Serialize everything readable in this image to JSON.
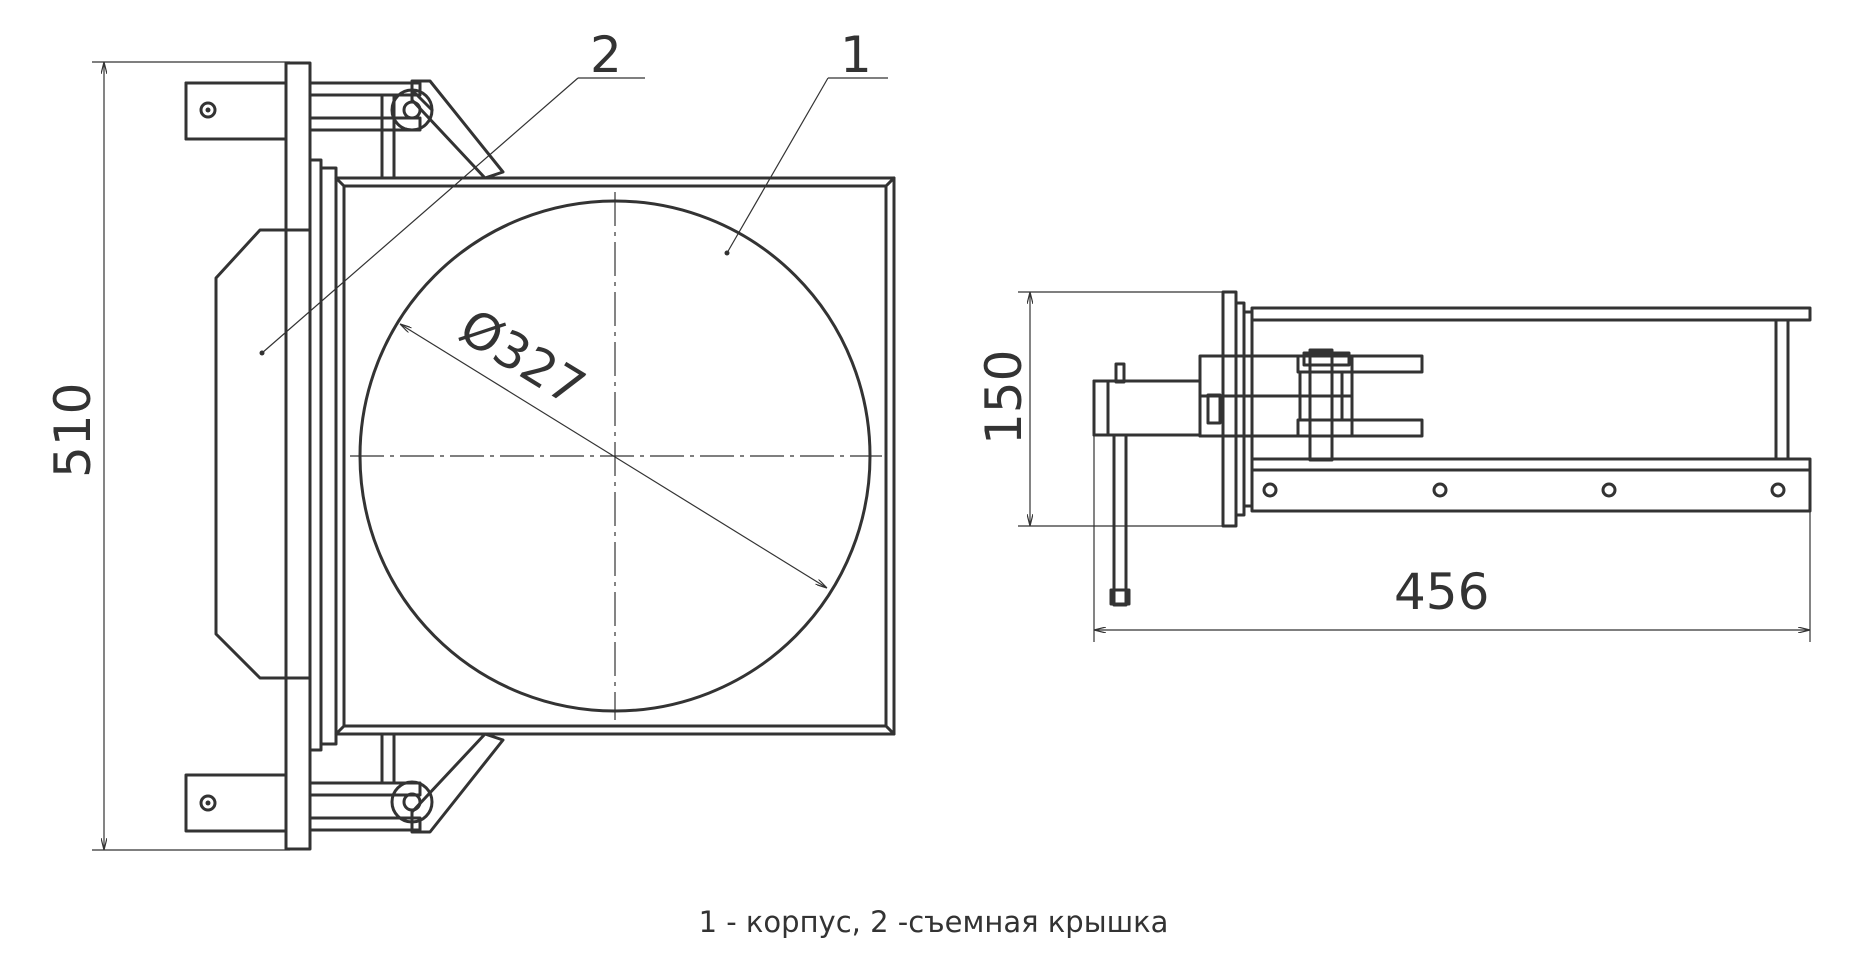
{
  "leaders": {
    "body_number": "1",
    "cover_number": "2"
  },
  "dimensions": {
    "height": "510",
    "diameter": "Ø327",
    "depth": "150",
    "length": "456"
  },
  "caption": "1 - корпус, 2 -съемная крышка"
}
